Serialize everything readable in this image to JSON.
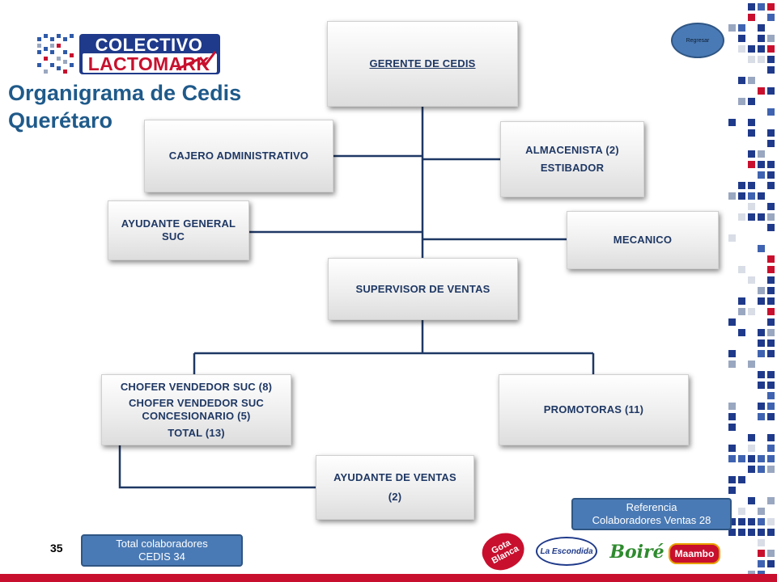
{
  "logo": {
    "line1": "COLECTIVO",
    "line2": "LACTOMARK"
  },
  "title": {
    "line1": "Organigrama de Cedis",
    "line2": "Querétaro"
  },
  "regresar": "Regresar",
  "org": {
    "gerente": "GERENTE DE CEDIS",
    "cajero": "CAJERO ADMINISTRATIVO",
    "almacenista": {
      "line1": "ALMACENISTA (2)",
      "line2": "ESTIBADOR"
    },
    "ayudante_general": {
      "line1": "AYUDANTE GENERAL",
      "line2": "SUC"
    },
    "mecanico": "MECANICO",
    "supervisor": "SUPERVISOR DE VENTAS",
    "chofer": {
      "line1": "CHOFER VENDEDOR SUC (8)",
      "line2": "CHOFER VENDEDOR SUC",
      "line3": "CONCESIONARIO  (5)",
      "line4": "TOTAL (13)"
    },
    "promotoras": "PROMOTORAS (11)",
    "ayudante_ventas": {
      "line1": "AYUDANTE DE VENTAS",
      "line2": "(2)"
    }
  },
  "referencia": {
    "line1": "Referencia",
    "line2": "Colaboradores Ventas 28"
  },
  "total": {
    "line1": "Total  colaboradores",
    "line2": "CEDIS 34"
  },
  "page_number": "35",
  "brands": {
    "gota": "Gota Blanca",
    "escondida": "La Escondida",
    "boire": "Boiré",
    "maambo": "Maambo"
  },
  "colors": {
    "title": "#1f5a8a",
    "box_text": "#1f3864",
    "connector": "#1f3864",
    "callout": "#4a7ab5",
    "accent_red": "#c8102e"
  }
}
